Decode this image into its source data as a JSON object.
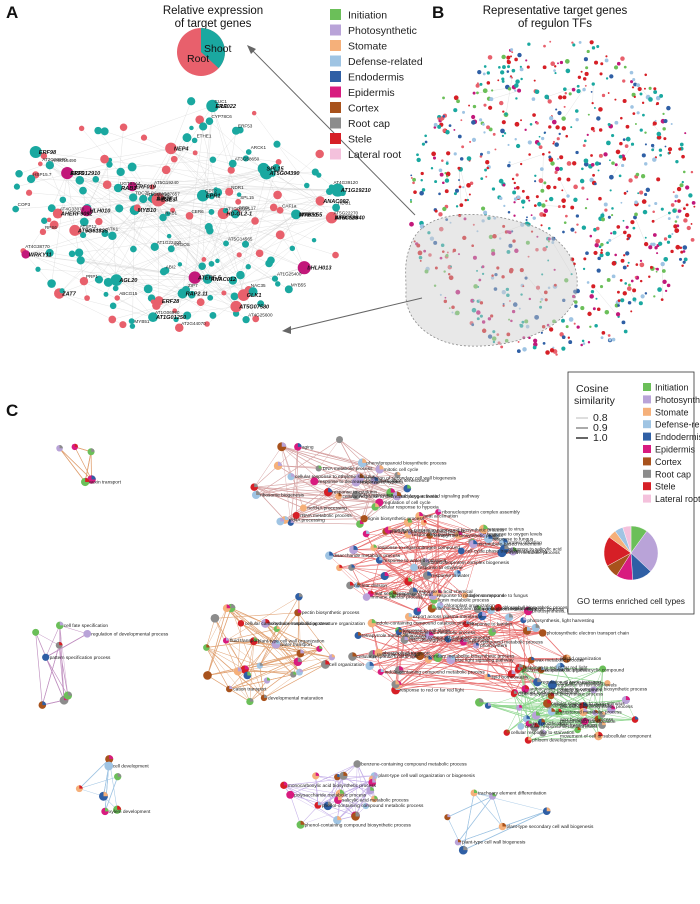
{
  "panels": {
    "a": {
      "letter": "A",
      "title_line1": "Relative expression",
      "title_line2": "of target genes"
    },
    "b": {
      "letter": "B",
      "title_line1": "Representative target genes",
      "title_line2": "of regulon TFs"
    },
    "c": {
      "letter": "C",
      "go_caption": "GO terms enriched cell types"
    }
  },
  "pie_a": {
    "root_label": "Root",
    "shoot_label": "Shoot",
    "root_color": "#e8606c",
    "shoot_color": "#1aa8a0"
  },
  "legend_top": [
    {
      "name": "Initiation",
      "color": "#6bbf59"
    },
    {
      "name": "Photosynthetic",
      "color": "#b9a3d8"
    },
    {
      "name": "Stomate",
      "color": "#f5b07a"
    },
    {
      "name": "Defense-related",
      "color": "#9fc4e3"
    },
    {
      "name": "Endodermis",
      "color": "#2f5fa5"
    },
    {
      "name": "Epidermis",
      "color": "#d81b7f"
    },
    {
      "name": "Cortex",
      "color": "#a8521c"
    },
    {
      "name": "Root cap",
      "color": "#8c8c8c"
    },
    {
      "name": "Stele",
      "color": "#d61f26"
    },
    {
      "name": "Lateral root",
      "color": "#f4c1dc"
    }
  ],
  "legend_c": {
    "cosine_title_1": "Cosine",
    "cosine_title_2": "similarity",
    "cosine_values": [
      "0.8",
      "0.9",
      "1.0"
    ],
    "items": [
      {
        "name": "Initiation",
        "color": "#6bbf59"
      },
      {
        "name": "Photosynthetic",
        "color": "#b9a3d8"
      },
      {
        "name": "Stomate",
        "color": "#f5b07a"
      },
      {
        "name": "Defense-related",
        "color": "#9fc4e3"
      },
      {
        "name": "Endodermis",
        "color": "#2f5fa5"
      },
      {
        "name": "Epidermis",
        "color": "#d81b7f"
      },
      {
        "name": "Cortex",
        "color": "#a8521c"
      },
      {
        "name": "Root cap",
        "color": "#8c8c8c"
      },
      {
        "name": "Stele",
        "color": "#d61f26"
      },
      {
        "name": "Lateral root",
        "color": "#f4c1dc"
      }
    ]
  },
  "network_a_bold": [
    "ERF022",
    "MYB51",
    "SPL6",
    "GLK1",
    "WRKY11",
    "ERF019",
    "ZAT7",
    "AGL20",
    "AT1G01250",
    "ANAC012",
    "ERF9",
    "ESE3",
    "AT5G07580",
    "ATERF-5",
    "MYB10",
    "AT5G56840",
    "WRKY29",
    "RAP2.11",
    "HD-GL2-1",
    "ANAC092",
    "AT3G12910",
    "AT1G19210",
    "bHLH013",
    "SPL15",
    "HLH010",
    "A-PTF-1",
    "AT5G61835",
    "ERF98",
    "EPR1",
    "NEP4",
    "ERF28",
    "RAB1",
    "AT5G04390",
    "AHERF9092",
    "EIL1",
    "WRKY55"
  ],
  "network_a_small": [
    "AT4G27657",
    "CYP78C6",
    "CAF1a",
    "NDR1",
    "ABCG15",
    "PRPL17",
    "ZIP7",
    "MYB51",
    "AT4G33070",
    "AT5G19240",
    "AT4G38770",
    "MYB55",
    "AT5G14565",
    "CER6",
    "ERF53",
    "AT1G25400",
    "AT5G16490",
    "UGT84A4",
    "ARGOS",
    "AT5G55790",
    "AT4G39120",
    "AT5G22270",
    "CUC1",
    "AT1G09935",
    "GPT2",
    "ARCK1",
    "AT2G44070",
    "AT4G25600",
    "ATK1",
    "TDC75-IV",
    "AT3G58650",
    "COP3",
    "ETHE1",
    "AT2G03990",
    "HSP15.7",
    "RPS6",
    "AT1G22400",
    "WRKY41",
    "ABI2",
    "PRP1",
    "HDG1",
    "AT1G06990",
    "RAB1",
    "ATSP12",
    "NAC35",
    "SPL15"
  ],
  "go_labels": [
    "cellular response to ethylene stimulus",
    "plant organ senescence",
    "aging",
    "cellular response to hypoxia",
    "response to hypoxia",
    "cellular response to decreased oxygen levels",
    "response to decreased oxygen levels",
    "ethylene-activated signaling pathway",
    "lignin biosynthetic process",
    "phenylpropanoid biosynthetic process",
    "lignin metabolic process",
    "phenylpropanoid metabolic process",
    "response to nitrogen compound",
    "response to oxygen levels",
    "defense response to fungus",
    "response to fungus",
    "response to bacterium",
    "leaf senescence",
    "response to ethylene",
    "response to organonitrogen compound",
    "response to salicylic acid",
    "response to water",
    "response to water deprivation",
    "disaccharide metabolic process",
    "response to acid chemical",
    "induced systemic resistance",
    "regulation of anion transport",
    "indole-containing compound metabolic process",
    "export across plasma membrane",
    "sulfur compound metabolic process",
    "secondary metabolite biosynthetic process",
    "glycosyl compound metabolic process",
    "response to salt stress",
    "response to karrikin",
    "indole glucosinolate metabolic process",
    "response to organic cyclic compound",
    "brassinosteroid metabolic process",
    "indole-containing compound catabolic process",
    "lipid homeostasis",
    "wax metabolic process",
    "wax biosynthetic process",
    "cuticle development",
    "phytosteroid metabolic process",
    "cellular response to nutrient levels",
    "cellular response to starvation",
    "cellular homeostasis",
    "cellular cation homeostasis",
    "glucosinolate metabolic process",
    "phloem development",
    "glucosinolate biosynthetic process",
    "regulation of hormone levels",
    "cellular response to auxin stimulus",
    "cell modification",
    "cell organization",
    "plant-type cell wall organization",
    "external encapsulating structure organization",
    "cation transport",
    "fluid transport",
    "water transport",
    "pectin biosynthetic process",
    "developmental maturation",
    "cellular carbohydrate metabolic process",
    "polysaccharide metabolic process",
    "plant-type cell wall organization or biogenesis",
    "monocarboxylic acid biosynthetic process",
    "salicylic acid metabolic process",
    "phenol-containing compound biosynthetic process",
    "phenol-containing compound metabolic process",
    "benzene-containing compound metabolic process",
    "auxin transport",
    "regulation of developmental process",
    "cell fate specification",
    "pattern specification process",
    "xylem development",
    "cell development",
    "tracheary element differentiation",
    "plant-type secondary cell wall biogenesis",
    "plant-type cell wall biogenesis",
    "response to cytokinin",
    "regulation of secondary cell wall biogenesis",
    "regulation of cell cycle",
    "DNA replication",
    "DNA metabolic process",
    "mitotic cell cycle",
    "rRNA processing",
    "ncRNA processing",
    "ribosome biogenesis",
    "rRNA metabolic process",
    "mRNA metabolic process",
    "ribonucleoprotein complex biogenesis",
    "ribonucleoprotein complex assembly",
    "ribonucleoprotein complex subunit organization",
    "cell cycle phase transition",
    "microtubule-based movement",
    "nuclear division",
    "protein refolding",
    "heat acclimation",
    "protein folding",
    "response to heat",
    "response to virus",
    "immune effector process",
    "porphyrin-containing compound biosynthetic process",
    "tetrapyrrole biosynthetic process",
    "chlorophyll biosynthetic process",
    "photosynthesis, light harvesting",
    "photosynthesis, light reaction",
    "photosynthetic electron transport chain",
    "photosystem",
    "tetrapyrrole metabolic process",
    "chloroplast organization",
    "plastid organization",
    "blue light signaling pathway",
    "response to red or far red light",
    "response to red light",
    "anthocyanin-containing compound biosynthetic process",
    "cellular response to blue light",
    "phospholipid transport",
    "CDP-diacylglycerol metabolic process",
    "CDP-diacylglycerol biosynthetic process",
    "phospholipid translocation",
    "lipid translocation",
    "movement of cell or subcellular component",
    "response to red or far red light"
  ],
  "pie_c_shares": [
    {
      "label": "Initiation",
      "value": 0.1,
      "color": "#6bbf59"
    },
    {
      "label": "Photosynthetic",
      "value": 0.27,
      "color": "#b9a3d8"
    },
    {
      "label": "Endodermis",
      "value": 0.12,
      "color": "#2f5fa5"
    },
    {
      "label": "Epidermis",
      "value": 0.1,
      "color": "#d81b7f"
    },
    {
      "label": "Cortex",
      "value": 0.08,
      "color": "#a8521c"
    },
    {
      "label": "Stele",
      "value": 0.18,
      "color": "#d61f26"
    },
    {
      "label": "Stomate",
      "value": 0.05,
      "color": "#f5b07a"
    },
    {
      "label": "Defense-related",
      "value": 0.05,
      "color": "#9fc4e3"
    },
    {
      "label": "Lateral root",
      "value": 0.05,
      "color": "#f4c1dc"
    }
  ]
}
